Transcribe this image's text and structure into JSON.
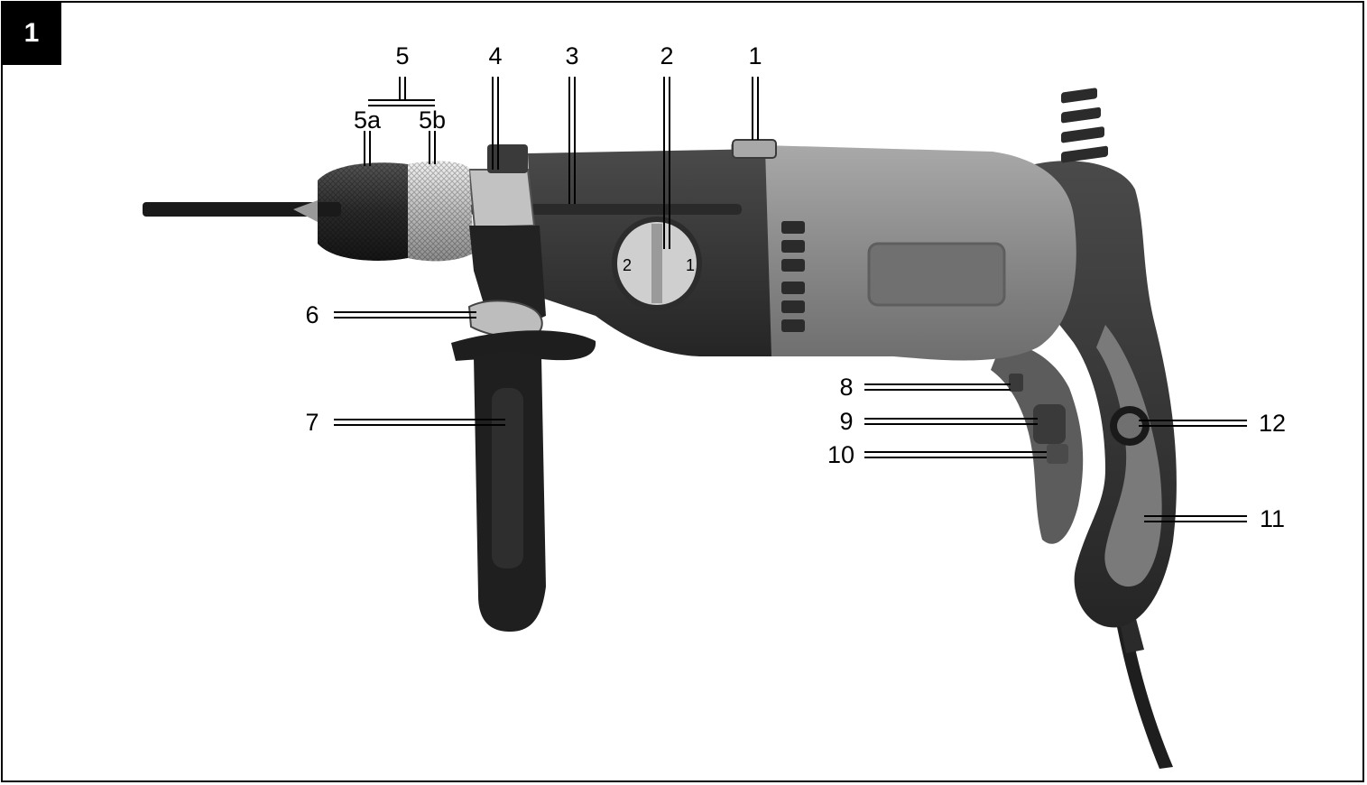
{
  "figure": {
    "number": "1"
  },
  "callouts": {
    "c1": "1",
    "c2": "2",
    "c3": "3",
    "c4": "4",
    "c5": "5",
    "c5a": "5a",
    "c5b": "5b",
    "c6": "6",
    "c7": "7",
    "c8": "8",
    "c9": "9",
    "c10": "10",
    "c11": "11",
    "c12": "12"
  },
  "dial_marks": {
    "left": "2",
    "right": "1"
  },
  "colors": {
    "body": "#8c8c8c",
    "dark": "#3a3a3a",
    "black": "#1c1c1c",
    "light": "#c9c9c9"
  }
}
